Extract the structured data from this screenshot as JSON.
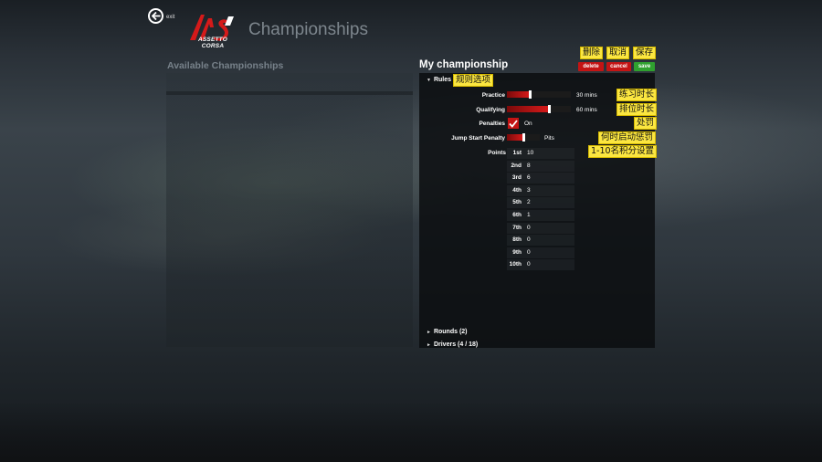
{
  "header": {
    "exit_label": "exit",
    "logo_text": "ASSETTO CORSA",
    "title": "Championships"
  },
  "left": {
    "title": "Available Championships"
  },
  "right": {
    "title": "My championship",
    "buttons": {
      "delete": "delete",
      "cancel": "cancel",
      "save": "save"
    },
    "sections": {
      "rules": "Rules",
      "rounds": "Rounds (2)",
      "drivers": "Drivers (4 / 18)"
    },
    "settings": {
      "practice_label": "Practice",
      "practice_value": "30 mins",
      "practice_fraction": 0.35,
      "qualifying_label": "Qualifying",
      "qualifying_value": "60 mins",
      "qualifying_fraction": 0.65,
      "penalties_label": "Penalties",
      "penalties_value": "On",
      "jump_start_label": "Jump Start Penalty",
      "jump_start_value": "Pits",
      "jump_start_fraction": 0.5,
      "points_label": "Points"
    },
    "points": [
      {
        "pos": "1st",
        "val": "10"
      },
      {
        "pos": "2nd",
        "val": "8"
      },
      {
        "pos": "3rd",
        "val": "6"
      },
      {
        "pos": "4th",
        "val": "3"
      },
      {
        "pos": "5th",
        "val": "2"
      },
      {
        "pos": "6th",
        "val": "1"
      },
      {
        "pos": "7th",
        "val": "0"
      },
      {
        "pos": "8th",
        "val": "0"
      },
      {
        "pos": "9th",
        "val": "0"
      },
      {
        "pos": "10th",
        "val": "0"
      }
    ]
  },
  "annotations": {
    "delete": "删除",
    "cancel": "取消",
    "save": "保存",
    "rules": "规则选项",
    "practice": "练习时长",
    "qualifying": "排位时长",
    "penalty": "处罚",
    "jump_start": "何时启动惩罚",
    "points": "1-10名积分设置"
  },
  "colors": {
    "accent_red": "#c41414",
    "save_green": "#2fa12f",
    "annotation_yellow": "#fbe640"
  }
}
